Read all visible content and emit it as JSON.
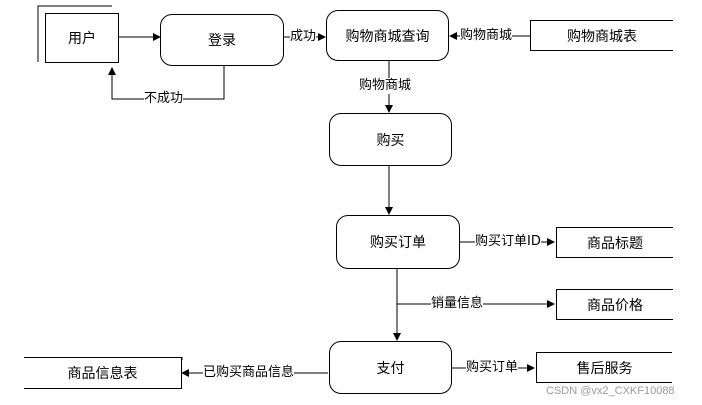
{
  "nodes": {
    "user": "用户",
    "login": "登录",
    "mall_query": "购物商城查询",
    "purchase": "购买",
    "purchase_order": "购买订单",
    "payment": "支付"
  },
  "data_stores": {
    "mall_table": "购物商城表",
    "product_title": "商品标题",
    "product_price": "商品价格",
    "after_sales": "售后服务",
    "product_info_table": "商品信息表"
  },
  "flows": {
    "success": "成功",
    "fail": "不成功",
    "mall_in": "购物商城",
    "mall_down": "购物商城",
    "order_id": "购买订单ID",
    "sales_info": "销量信息",
    "order_out": "购买订单",
    "purchased_info": "已购买商品信息"
  },
  "watermark": "CSDN @vx2_CXKF10088"
}
